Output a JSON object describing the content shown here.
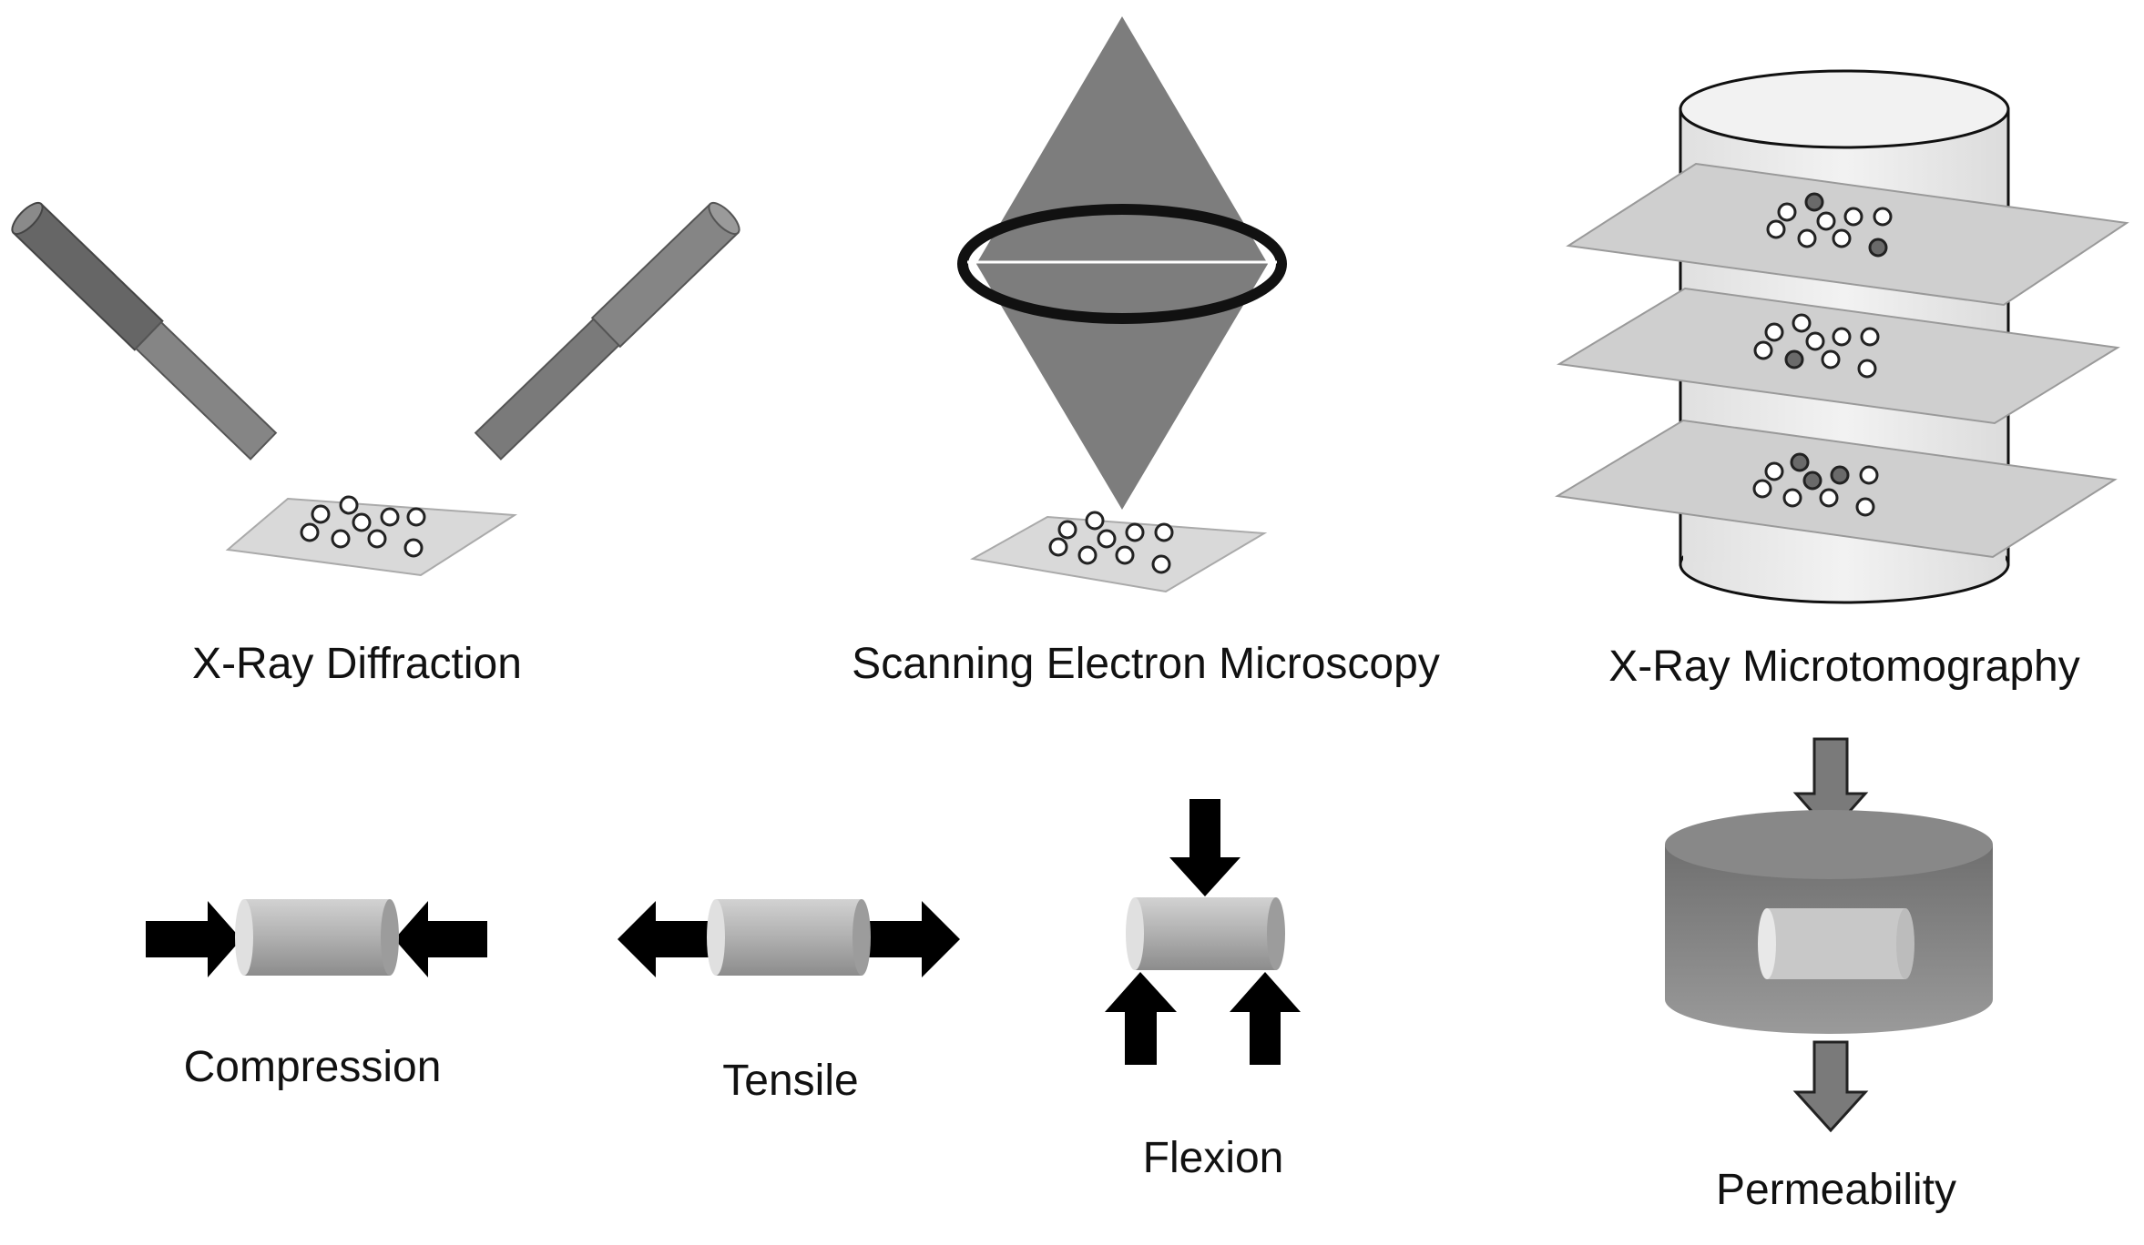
{
  "labels": {
    "xrd": "X-Ray Diffraction",
    "sem": "Scanning Electron Microscopy",
    "xmt": "X-Ray Microtomography",
    "compression": "Compression",
    "tensile": "Tensile",
    "flexion": "Flexion",
    "permeability": "Permeability"
  },
  "colors": {
    "tube_dark": "#6e6e6e",
    "tube_light": "#8a8a8a",
    "cone": "#7d7d7d",
    "sample_plate": "#d9d9d9",
    "particle_white": "#ffffff",
    "particle_dark": "#6a6a6a",
    "cylinder_body": "#e6e6e6",
    "slice_plane": "#cfcfcf",
    "arrow_black": "#000000",
    "arrow_grey": "#7a7a7a",
    "specimen": "#b5b5b5",
    "permeameter": "#888888"
  }
}
